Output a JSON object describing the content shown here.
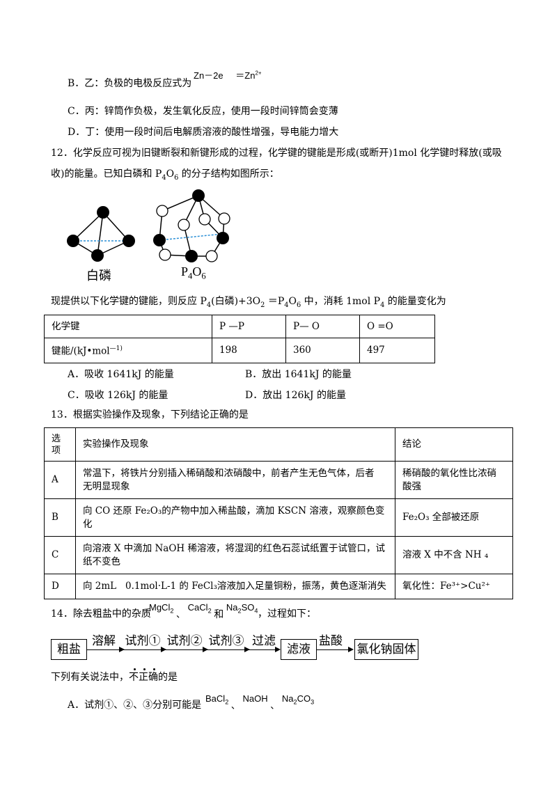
{
  "q11_options": {
    "B_text": "B．乙：负极的电极反应式为",
    "B_formula_left": "Zn－2e",
    "B_formula_right": "＝Zn",
    "B_formula_sup": "2+",
    "C_text": "C．丙：锌筒作负极，发生氧化反应，使用一段时间锌筒会变薄",
    "D_text": "D．丁：使用一段时间后电解质溶液的酸性增强，导电能力增大"
  },
  "q12": {
    "line1": "12．化学反应可视为旧键断裂和新键形成的过程，化学键的键能是形成(或断开)1mol 化学键时释放(或吸",
    "line2_a": "收)的能量。已知白磷和 P",
    "line2_sub1": "4",
    "line2_b": "O",
    "line2_sub2": "6",
    "line2_c": " 的分子结构如图所示：",
    "figure_label_white_phosphorus": "白磷",
    "figure_label_p4o6_main": "P",
    "figure_label_p4o6_sub1": "4",
    "figure_label_p4o6_mid": "O",
    "figure_label_p4o6_sub2": "6",
    "question_a": "现提供以下化学键的键能，则反应 P",
    "question_sub1": "4",
    "question_b": "(白磷)+3O",
    "question_sub2": "2",
    "question_c": " ＝P",
    "question_sub3": "4",
    "question_d": "O",
    "question_sub4": "6",
    "question_e": " 中，消耗 1mol P",
    "question_sub5": "4",
    "question_f": " 的能量变化为",
    "table": {
      "header_label": "化学键",
      "row2_label": "键能/(kJ•mol",
      "row2_sup": "—1)",
      "bonds": [
        "P —P",
        "P— O",
        "O =O"
      ],
      "energies": [
        "198",
        "360",
        "497"
      ]
    },
    "option_A": "A．吸收 1641kJ 的能量",
    "option_B": "B．放出 1641kJ 的能量",
    "option_C": "C．吸收 126kJ 的能量",
    "option_D": "D．放出 126kJ 的能量"
  },
  "q13": {
    "stem": "13．根据实验操作及现象，下列结论正确的是",
    "headers": [
      "选\n项",
      "实验操作及现象",
      "结论"
    ],
    "rows": [
      {
        "opt": "A",
        "op": "常温下，将铁片分别插入稀硝酸和浓硝酸中，前者产生无色气体，后者\n无明显现象",
        "conc": "稀硝酸的氧化性比浓硝\n酸强"
      },
      {
        "opt": "B",
        "op": "向 CO 还原 Fe₂O₃的产物中加入稀盐酸，滴加 KSCN 溶液，观察颜色变\n化",
        "conc": "Fe₂O₃ 全部被还原"
      },
      {
        "opt": "C",
        "op": "向溶液 X 中滴加 NaOH 稀溶液，将湿润的红色石蕊试纸置于试管口，试\n纸不变色",
        "conc": "溶液 X 中不含 NH ₄"
      },
      {
        "opt": "D",
        "op": "向 2mL   0.1mol·L-1 的 FeCl₃溶液加入足量铜粉，振荡，黄色逐渐消失",
        "conc": "氧化性：Fe³⁺>Cu²⁺"
      }
    ]
  },
  "q14": {
    "stem_a": "14．除去粗盐中的杂质",
    "f1": "MgCl",
    "f1_sub": "2",
    "sep1": "、",
    "f2": "CaCl",
    "f2_sub": "2",
    "sep2": "和",
    "f3": "Na",
    "f3_sub": "2",
    "f3_b": "SO",
    "f3_sub2": "4",
    "stem_b": "，过程如下：",
    "flow": {
      "box1": "粗盐",
      "step1": "溶解",
      "step2": "试剂①",
      "step3": "试剂②",
      "step4": "试剂③",
      "step5": "过滤",
      "box2": "滤液",
      "step6": "盐酸",
      "box3": "氯化钠固体"
    },
    "q_a": "下列有关说法中，",
    "q_emph": "不正确",
    "q_b": "的是",
    "optA_a": "A．试剂①、②、③分别可能是",
    "optA_f1": "BaCl",
    "optA_f1_sub": "2",
    "optA_sep1": "、",
    "optA_f2": "NaOH",
    "optA_sep2": "、",
    "optA_f3": "Na",
    "optA_f3_sub": "2",
    "optA_f3_b": "CO",
    "optA_f3_sub2": "3"
  }
}
